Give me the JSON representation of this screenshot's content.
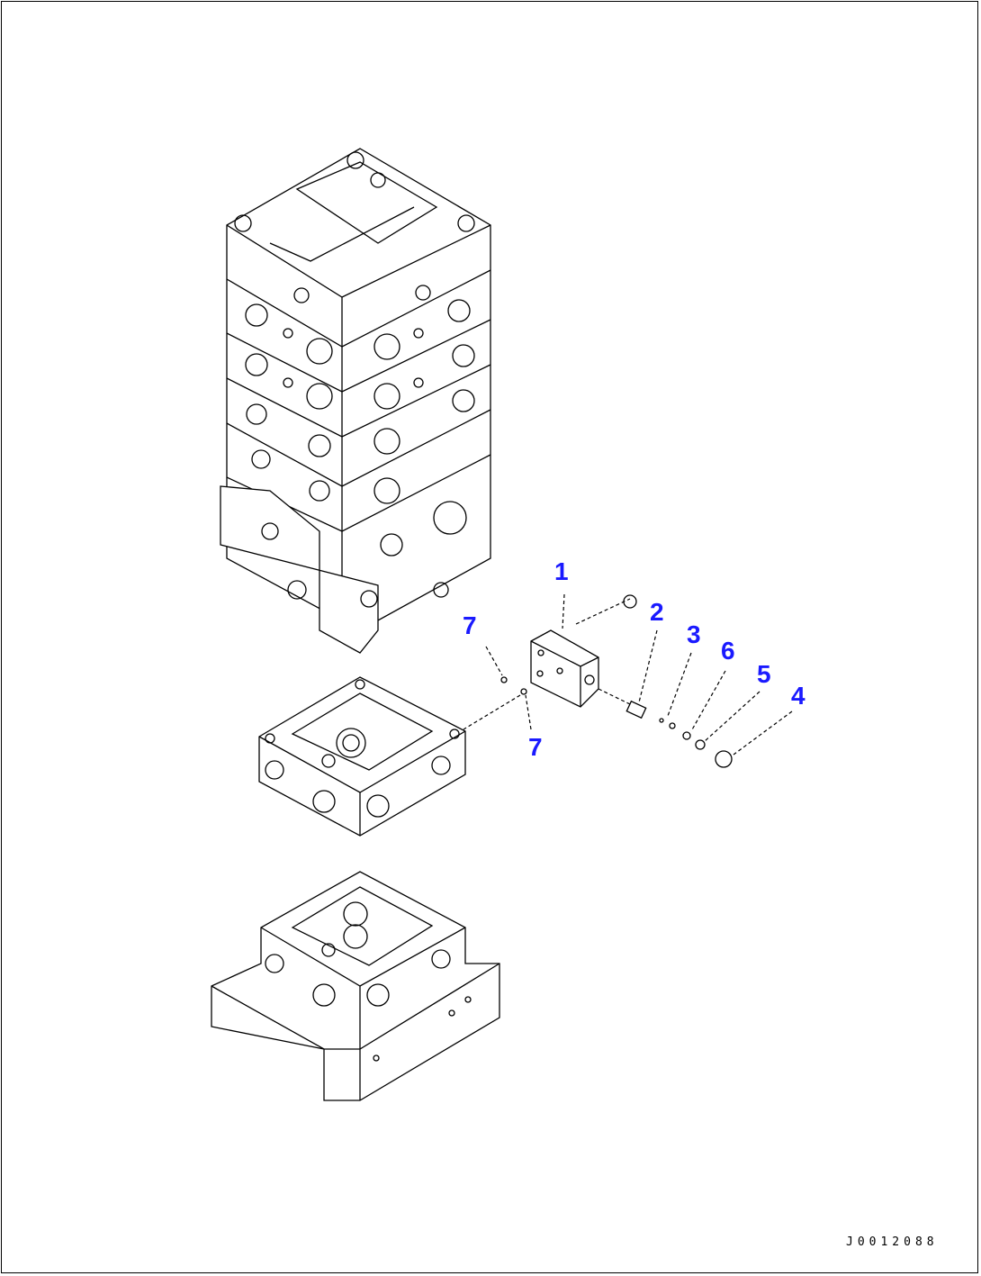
{
  "diagram": {
    "callouts": [
      "1",
      "2",
      "3",
      "6",
      "5",
      "4",
      "7",
      "7"
    ],
    "drawing_code": "J0012088"
  }
}
